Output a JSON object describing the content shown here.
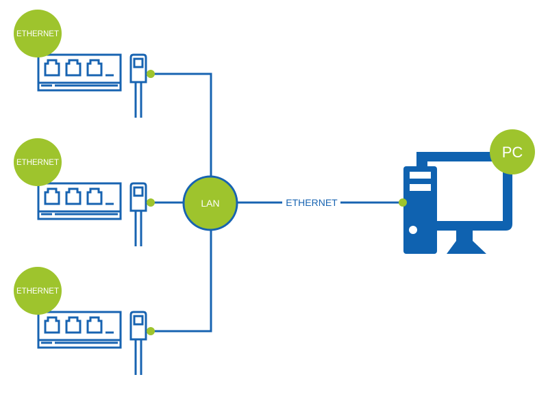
{
  "colors": {
    "line": "#1763b1",
    "accent": "#9ec42d",
    "pc": "#0f62b0",
    "label_on_green": "#ffffff"
  },
  "devices": [
    {
      "badge": "ETHERNET",
      "icon": "ethernet-switch-icon"
    },
    {
      "badge": "ETHERNET",
      "icon": "ethernet-switch-icon"
    },
    {
      "badge": "ETHERNET",
      "icon": "ethernet-switch-icon"
    }
  ],
  "hub": {
    "label": "LAN"
  },
  "link": {
    "label": "ETHERNET"
  },
  "pc": {
    "badge": "PC",
    "icon": "desktop-computer-icon"
  }
}
